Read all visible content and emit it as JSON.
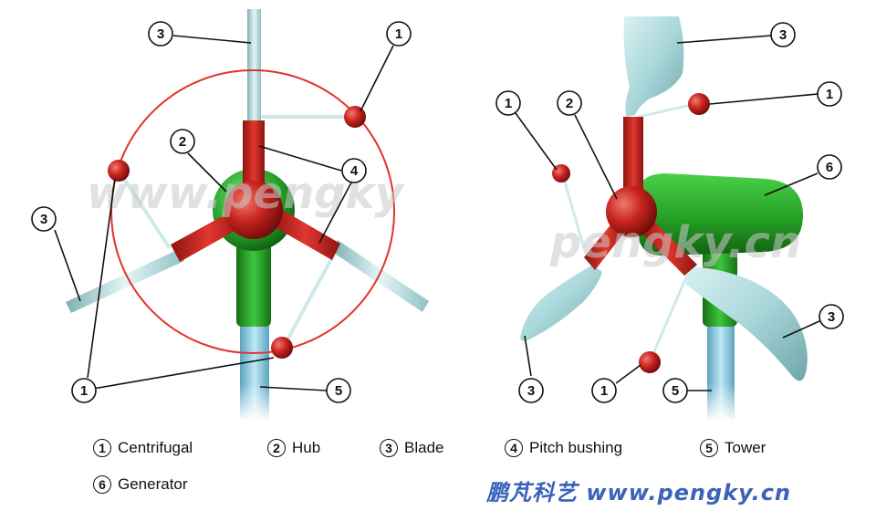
{
  "callouts": {
    "one": "1",
    "two": "2",
    "three": "3",
    "four": "4",
    "five": "5",
    "six": "6"
  },
  "watermark": {
    "left": "www.pengky",
    "right": "pengky.cn"
  },
  "legend": [
    {
      "num": "1",
      "label": "Centrifugal"
    },
    {
      "num": "2",
      "label": "Hub"
    },
    {
      "num": "3",
      "label": "Blade"
    },
    {
      "num": "4",
      "label": "Pitch bushing"
    },
    {
      "num": "5",
      "label": "Tower"
    },
    {
      "num": "6",
      "label": "Generator"
    }
  ],
  "brand": "鹏芃科艺 www.pengky.cn",
  "colors": {
    "hub_red": "#c8231f",
    "generator_green": "#28a228",
    "blade_cyan": "#bfe3e6",
    "tower_blue": "#86c6df",
    "ring_red": "#e2332b",
    "brand_blue": "#3b63b8"
  }
}
